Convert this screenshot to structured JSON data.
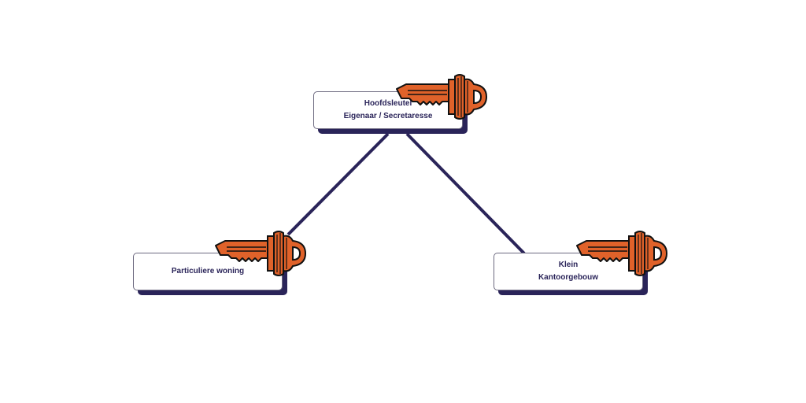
{
  "nodes": {
    "top": {
      "line1": "Hoofdsleutel",
      "line2": "Eigenaar / Secretaresse"
    },
    "left": {
      "line1": "Particuliere woning"
    },
    "right": {
      "line1": "Klein",
      "line2": "Kantoorgebouw"
    }
  },
  "colors": {
    "key": "#e0622a",
    "line": "#2a2459"
  }
}
